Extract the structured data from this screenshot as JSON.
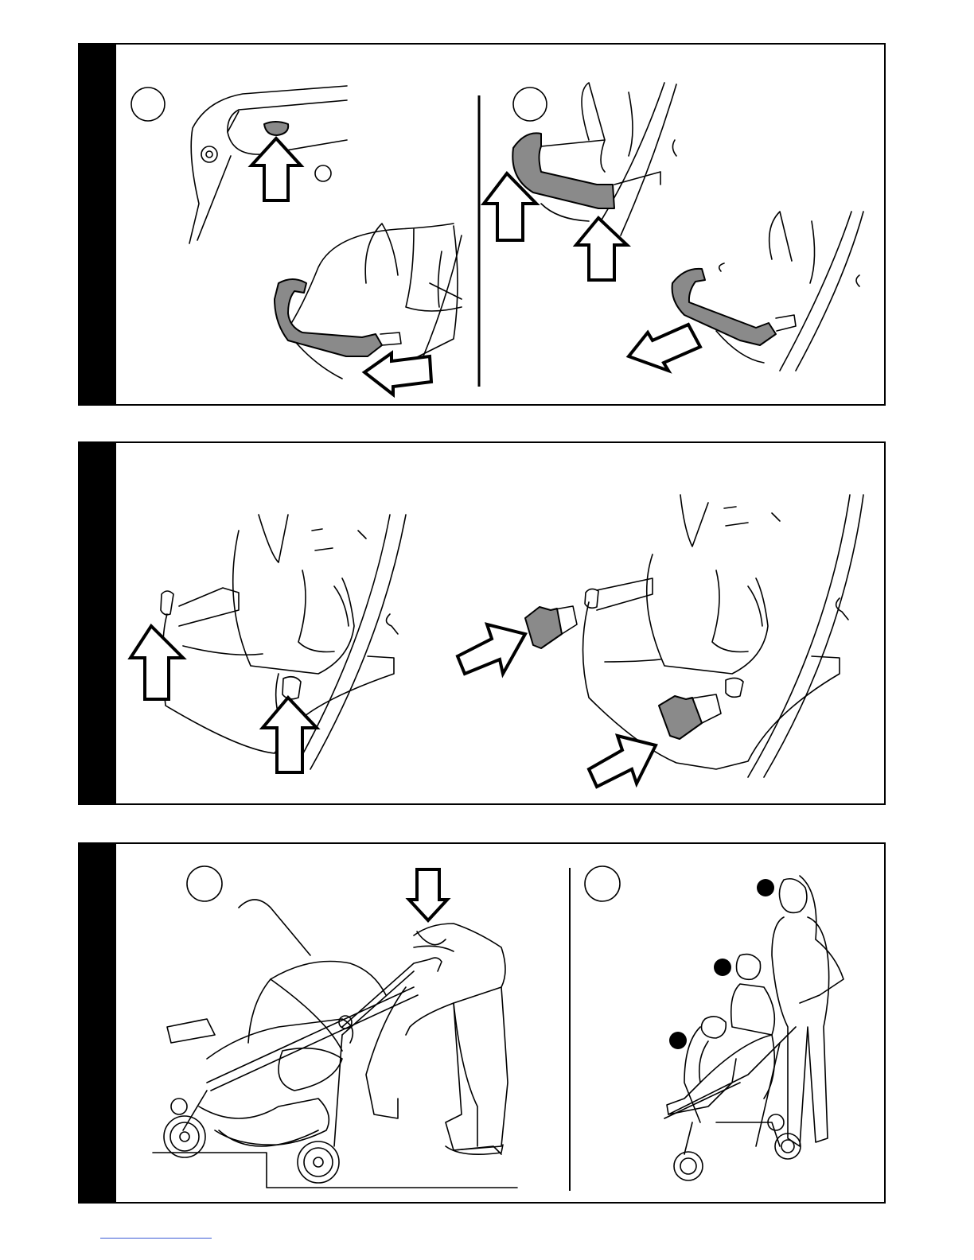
{
  "panels": [
    {
      "id": "panel-1",
      "steps": [
        "step-a",
        "step-b"
      ]
    },
    {
      "id": "panel-2",
      "steps": [
        "step-single"
      ]
    },
    {
      "id": "panel-3",
      "steps": [
        "step-a",
        "step-b"
      ]
    }
  ],
  "colors": {
    "border": "#000000",
    "tab": "#000000",
    "bumper": "#8a8a8a",
    "footer_link": "#3a5bd6"
  },
  "icons": [
    "arrow-up-icon",
    "arrow-down-icon",
    "arrow-left-icon",
    "arrow-right-icon",
    "step-circle-icon",
    "bullet-dot-icon"
  ]
}
